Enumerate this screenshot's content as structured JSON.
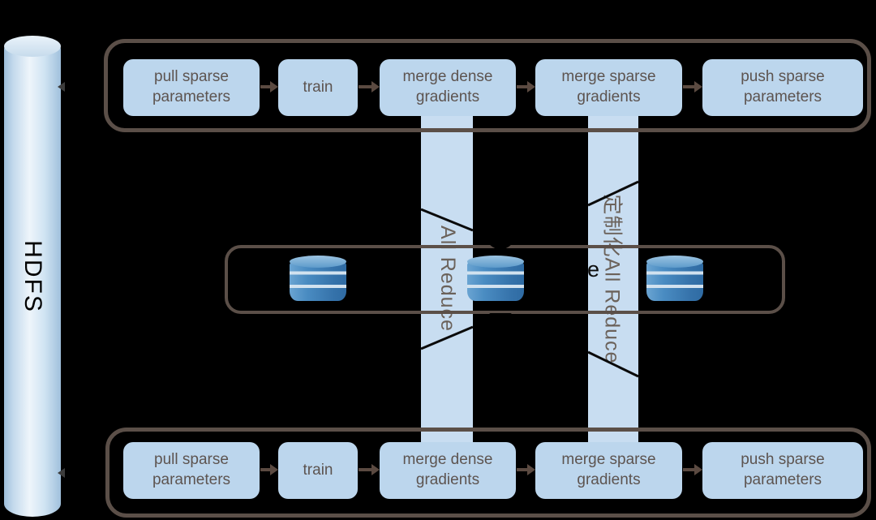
{
  "diagram": {
    "hdfs": {
      "label": "HDFS"
    },
    "top_worker": {
      "steps": [
        {
          "label": "pull sparse parameters"
        },
        {
          "label": "train"
        },
        {
          "label": "merge dense gradients"
        },
        {
          "label": "merge sparse gradients"
        },
        {
          "label": "push sparse parameters"
        }
      ]
    },
    "bottom_worker": {
      "steps": [
        {
          "label": "pull sparse parameters"
        },
        {
          "label": "train"
        },
        {
          "label": "merge dense gradients"
        },
        {
          "label": "merge sparse gradients"
        },
        {
          "label": "push sparse parameters"
        }
      ]
    },
    "bands": {
      "dense": {
        "label": "All Reduce"
      },
      "sparse": {
        "label": "定制化All Reduce"
      }
    },
    "middle": {
      "visible_text": "e",
      "database_icon_count": 3
    },
    "colors": {
      "background": "#000000",
      "box_fill": "#bcd6ed",
      "band_fill": "#c8ddf1",
      "frame_outline": "#5b4f48",
      "arrow": "#5b4a41",
      "box_text": "#5d5450",
      "band_text": "#6b625b",
      "db_icon_blue": "#3f83bb",
      "hdfs_fill": "#d9e8f4"
    }
  }
}
